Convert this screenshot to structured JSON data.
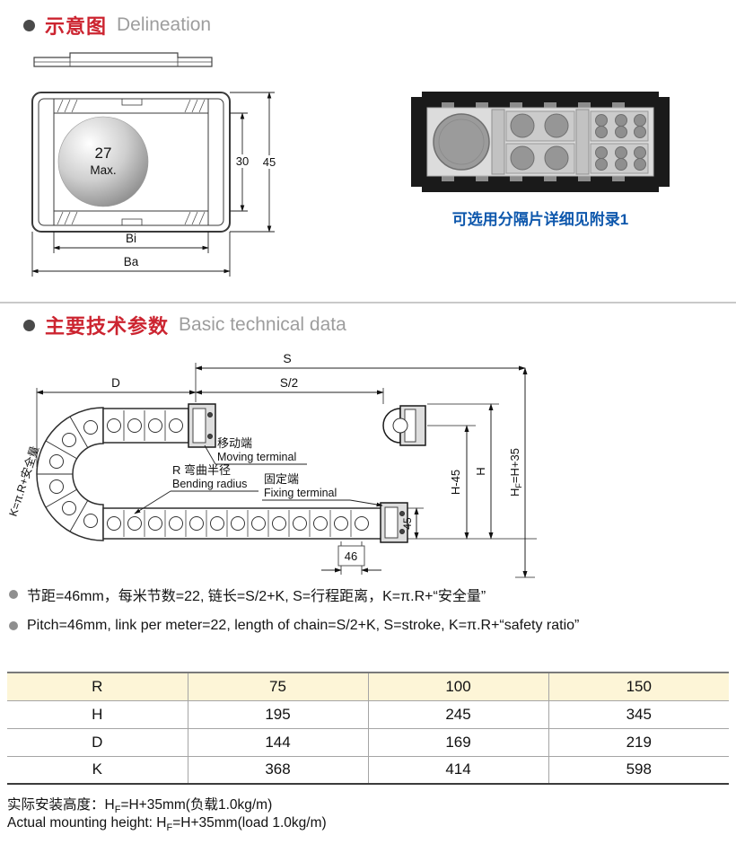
{
  "colors": {
    "heading_red": "#cc2430",
    "heading_gray": "#9d9d9d",
    "note_blue": "#0d57ac",
    "table_header_bg": "#fdf5d7"
  },
  "section1": {
    "title_zh": "示意图",
    "title_en": "Delineation",
    "note": "可选用分隔片详细见附录1",
    "drawing": {
      "ball_value": "27",
      "ball_unit": "Max.",
      "dim_inner_height": "30",
      "dim_outer_height": "45",
      "dim_inner_width": "Bi",
      "dim_outer_width": "Ba"
    }
  },
  "section2": {
    "title_zh": "主要技术参数",
    "title_en": "Basic technical data",
    "drawing": {
      "dim_stroke": "S",
      "dim_half_stroke": "S/2",
      "dim_bend": "D",
      "moving_zh": "移动端",
      "moving_en": "Moving terminal",
      "radius_zh": "R 弯曲半径",
      "radius_en": "Bending radius",
      "fixed_zh": "固定端",
      "fixed_en": "Fixing terminal",
      "dim_h_minus_45": "H-45",
      "dim_h": "H",
      "hf_main": "H",
      "hf_sub": "F",
      "hf_rest": "=H+35",
      "dim_45": "45",
      "dim_46": "46",
      "k_formula": "K=π.R+安全量"
    },
    "bullet_zh": "节距=46mm，每米节数=22, 链长=S/2+K, S=行程距离，K=π.R+“安全量”",
    "bullet_en": "Pitch=46mm, link per meter=22, length of chain=S/2+K, S=stroke, K=π.R+“safety ratio”"
  },
  "table": {
    "rows": [
      {
        "label": "R",
        "values": [
          "75",
          "100",
          "150"
        ]
      },
      {
        "label": "H",
        "values": [
          "195",
          "245",
          "345"
        ]
      },
      {
        "label": "D",
        "values": [
          "144",
          "169",
          "219"
        ]
      },
      {
        "label": "K",
        "values": [
          "368",
          "414",
          "598"
        ]
      }
    ]
  },
  "footer": {
    "zh_prefix": "实际安装高度：H",
    "zh_sub": "F",
    "zh_rest": "=H+35mm(负载1.0kg/m)",
    "en_prefix": "Actual mounting height: H",
    "en_sub": "F",
    "en_rest": "=H+35mm(load 1.0kg/m)"
  }
}
